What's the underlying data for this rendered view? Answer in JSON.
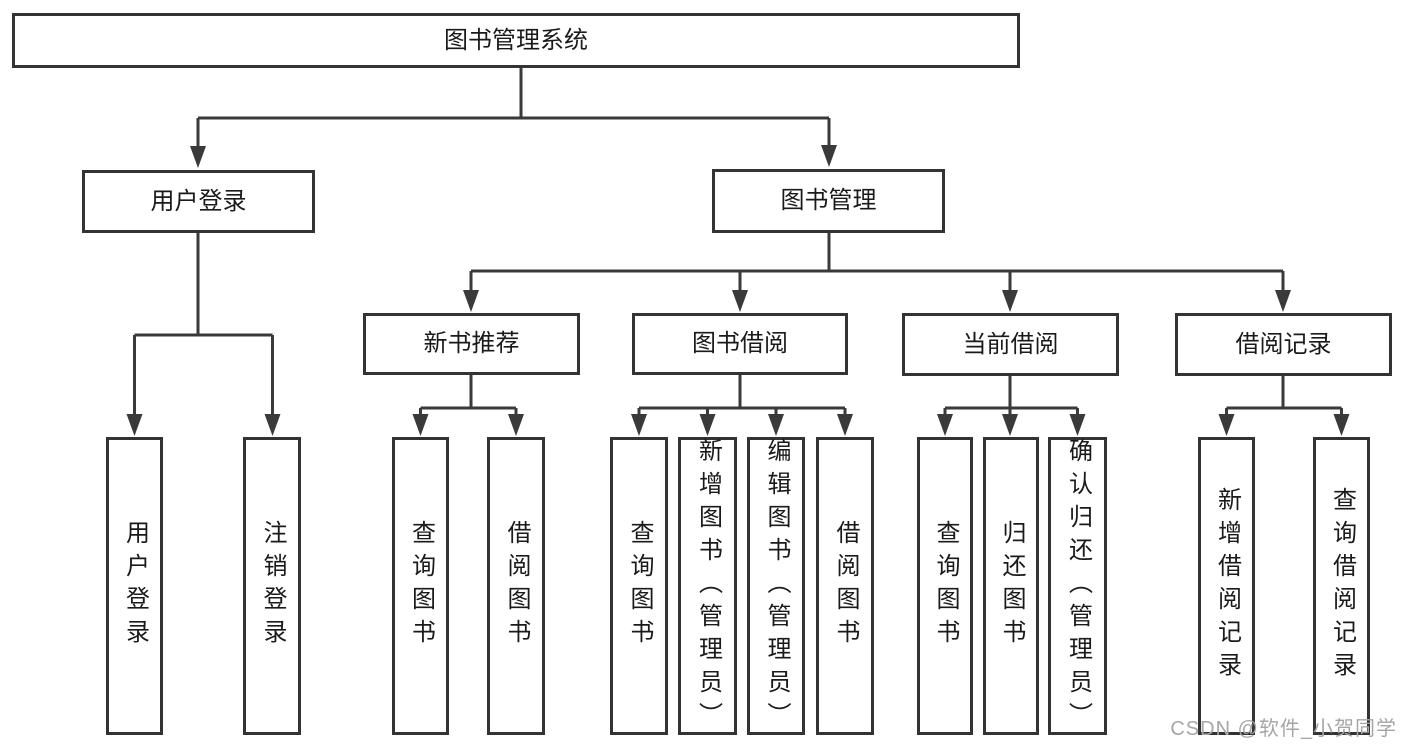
{
  "diagram": {
    "root": {
      "label": "图书管理系统",
      "children": [
        {
          "label": "用户登录",
          "children": [
            {
              "label": "用户登录"
            },
            {
              "label": "注销登录"
            }
          ]
        },
        {
          "label": "图书管理",
          "children": [
            {
              "label": "新书推荐",
              "children": [
                {
                  "label": "查询图书"
                },
                {
                  "label": "借阅图书"
                }
              ]
            },
            {
              "label": "图书借阅",
              "children": [
                {
                  "label": "查询图书"
                },
                {
                  "label": "新增图书（管理员）"
                },
                {
                  "label": "编辑图书（管理员）"
                },
                {
                  "label": "借阅图书"
                }
              ]
            },
            {
              "label": "当前借阅",
              "children": [
                {
                  "label": "查询图书"
                },
                {
                  "label": "归还图书"
                },
                {
                  "label": "确认归还（管理员）"
                }
              ]
            },
            {
              "label": "借阅记录",
              "children": [
                {
                  "label": "新增借阅记录"
                },
                {
                  "label": "查询借阅记录"
                }
              ]
            }
          ]
        }
      ]
    }
  },
  "watermark": {
    "text": "CSDN @软件_小贺同学"
  },
  "colors": {
    "line": "#3a3a3a",
    "box_border": "#333333",
    "text": "#1a1a1a",
    "watermark": "#a6a6a6",
    "background": "#ffffff"
  }
}
